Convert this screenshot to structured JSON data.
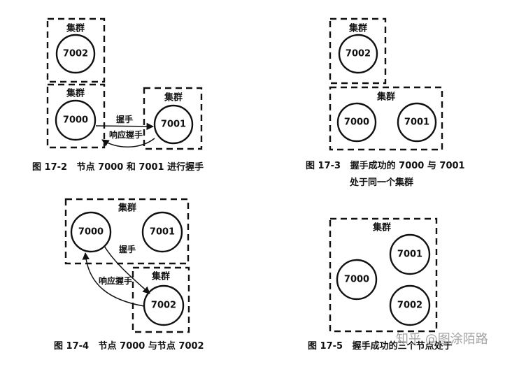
{
  "figures": {
    "fig2": {
      "caption": "图 17-2   节点 7000 和 7001 进行握手",
      "cluster_a": "集群",
      "cluster_b": "集群",
      "cluster_c": "集群",
      "node_a": "7002",
      "node_b": "7000",
      "node_c": "7001",
      "edge_handshake": "握手",
      "edge_response": "响应握手"
    },
    "fig3": {
      "caption_line1": "图 17-3   握手成功的 7000 与 7001",
      "caption_line2": "处于同一个集群",
      "cluster_a": "集群",
      "cluster_b": "集群",
      "node_a": "7002",
      "node_b": "7000",
      "node_c": "7001"
    },
    "fig4": {
      "caption": "图 17-4   节点 7000 与节点 7002",
      "cluster_a": "集群",
      "cluster_b": "集群",
      "node_a": "7000",
      "node_b": "7001",
      "node_c": "7002",
      "edge_handshake": "握手",
      "edge_response": "响应握手"
    },
    "fig5": {
      "caption": "图 17-5   握手成功的三个节点处于",
      "cluster_a": "集群",
      "node_a": "7000",
      "node_b": "7001",
      "node_c": "7002"
    }
  },
  "watermark": "知乎 @图涂陌路"
}
